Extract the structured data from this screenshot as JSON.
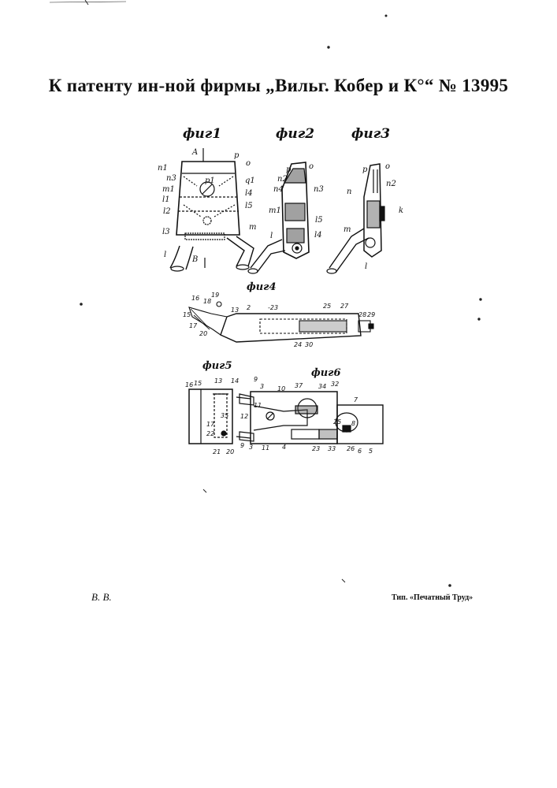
{
  "header": {
    "title": "К патенту ин-ной фирмы „Вильг. Кобер и К°“ № 13995"
  },
  "figures": {
    "fig1": {
      "label": "фиг1"
    },
    "fig2": {
      "label": "фиг2"
    },
    "fig3": {
      "label": "фиг3"
    },
    "fig4": {
      "label": "фиг4"
    },
    "fig5": {
      "label": "фиг5"
    },
    "fig6": {
      "label": "фиг6"
    }
  },
  "labels": {
    "fig1": [
      "A",
      "p",
      "o",
      "n1",
      "n3",
      "p1",
      "q1",
      "m1",
      "l1",
      "l4",
      "l2",
      "l5",
      "m",
      "l3",
      "l",
      "B"
    ],
    "fig2": [
      "p",
      "o",
      "n2",
      "n4",
      "n3",
      "m1",
      "l5",
      "l4",
      "l"
    ],
    "fig3": [
      "p",
      "o",
      "n",
      "n2",
      "k",
      "m",
      "l"
    ],
    "fig4": [
      "16",
      "18",
      "19",
      "15",
      "17",
      "20",
      "13",
      "2",
      "-23",
      "25",
      "27",
      "28",
      "29",
      "24",
      "30"
    ],
    "fig5": [
      "16",
      "15",
      "13",
      "14",
      "35",
      "17",
      "22",
      "21",
      "20"
    ],
    "fig6": [
      "9",
      "3",
      "10",
      "37",
      "34",
      "32",
      "7",
      "11",
      "12",
      "25",
      "8",
      "9",
      "3",
      "11",
      "4",
      "23",
      "33",
      "26",
      "6",
      "5"
    ]
  },
  "footer": {
    "left": "В. В.",
    "right": "Тип. «Печатный Труд»"
  }
}
